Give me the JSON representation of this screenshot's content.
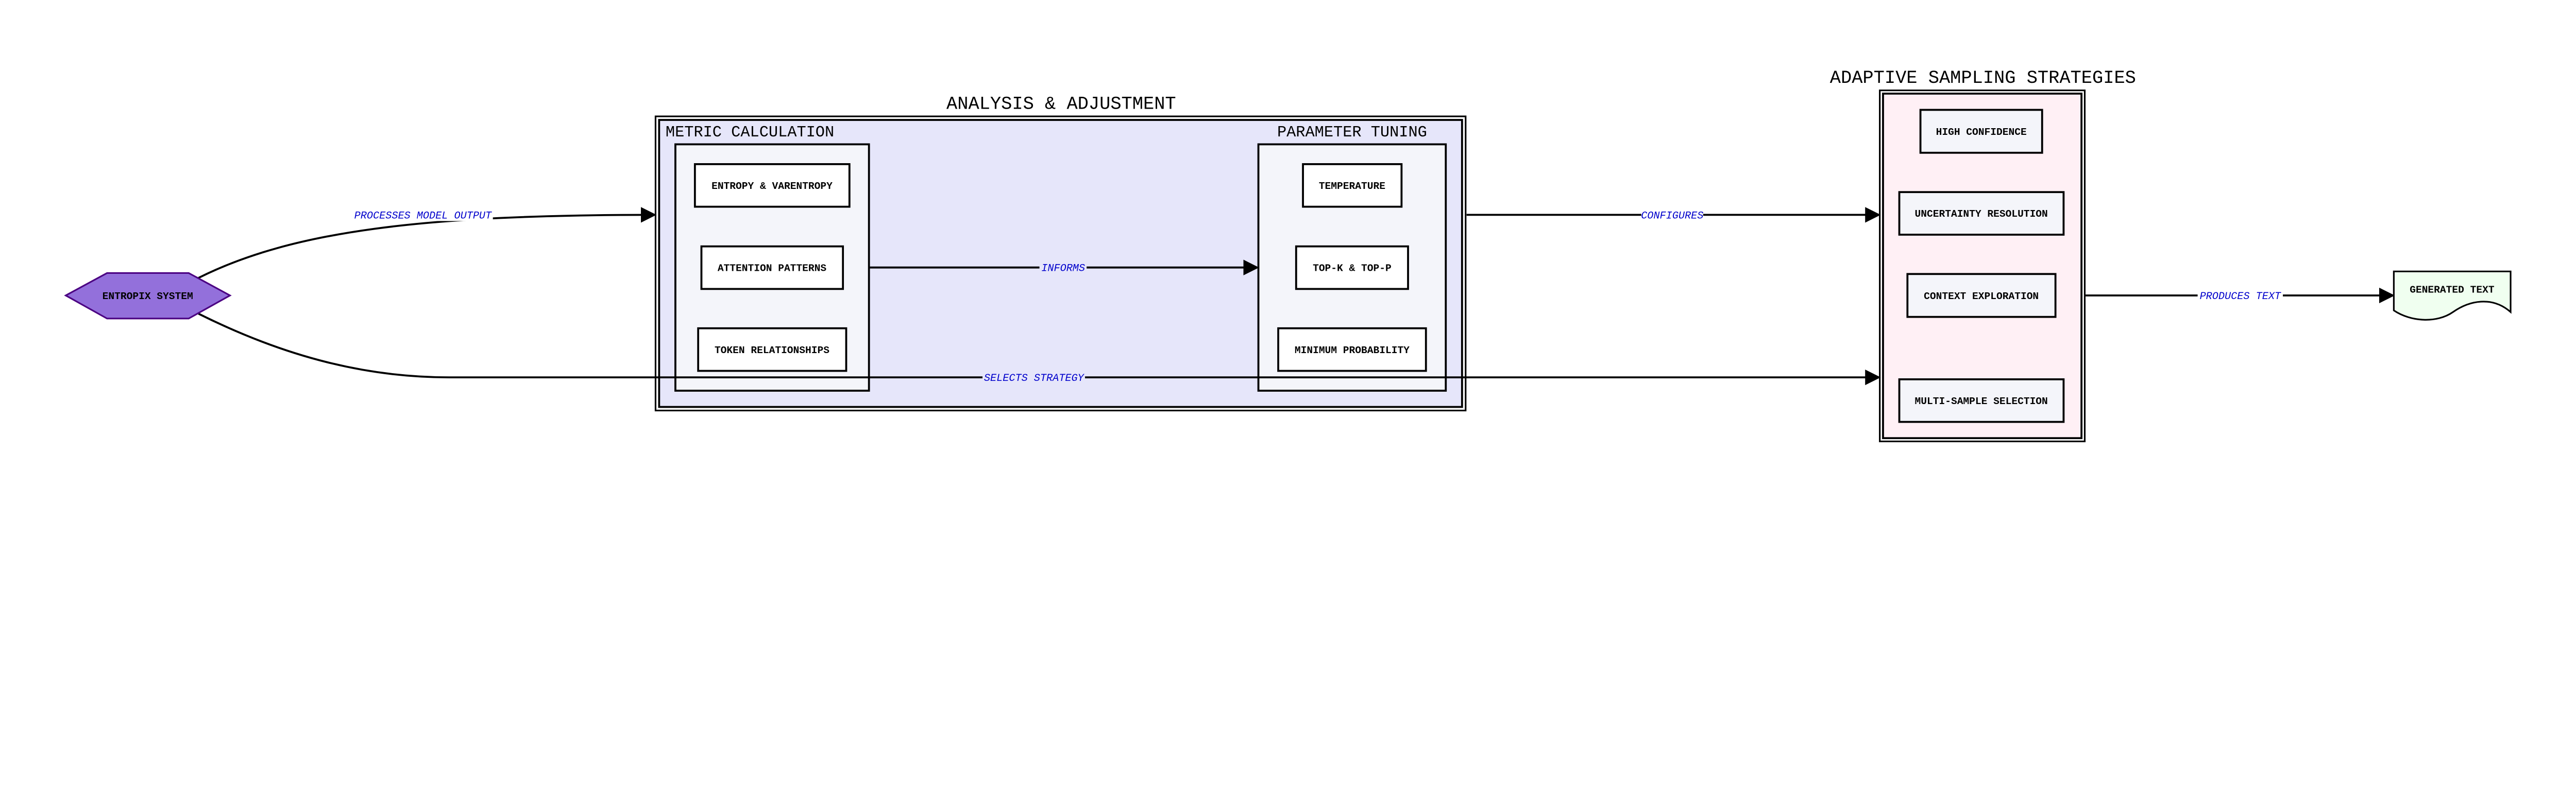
{
  "colors": {
    "source_fill": "#9370db",
    "source_stroke": "#4b0082",
    "analysis_fill": "#e6e6fa",
    "subgroup_fill": "#f4f5fa",
    "strategies_fill": "#fff0f5",
    "output_fill": "#f0fff0",
    "edge_label": "#0000cc"
  },
  "source": {
    "label": "ENTROPIX SYSTEM",
    "shape": "hexagon"
  },
  "analysis": {
    "title": "ANALYSIS & ADJUSTMENT",
    "metric": {
      "title": "METRIC CALCULATION",
      "items": [
        "ENTROPY & VARENTROPY",
        "ATTENTION PATTERNS",
        "TOKEN RELATIONSHIPS"
      ]
    },
    "tuning": {
      "title": "PARAMETER TUNING",
      "items": [
        "TEMPERATURE",
        "TOP-K & TOP-P",
        "MINIMUM PROBABILITY"
      ]
    }
  },
  "strategies": {
    "title": "ADAPTIVE SAMPLING STRATEGIES",
    "items": [
      "HIGH CONFIDENCE",
      "UNCERTAINTY RESOLUTION",
      "CONTEXT EXPLORATION",
      "MULTI-SAMPLE SELECTION"
    ]
  },
  "output": {
    "label": "GENERATED TEXT",
    "shape": "document"
  },
  "edges": {
    "processes": "PROCESSES MODEL OUTPUT",
    "informs": "INFORMS",
    "configures": "CONFIGURES",
    "selects": "SELECTS STRATEGY",
    "produces": "PRODUCES TEXT"
  }
}
